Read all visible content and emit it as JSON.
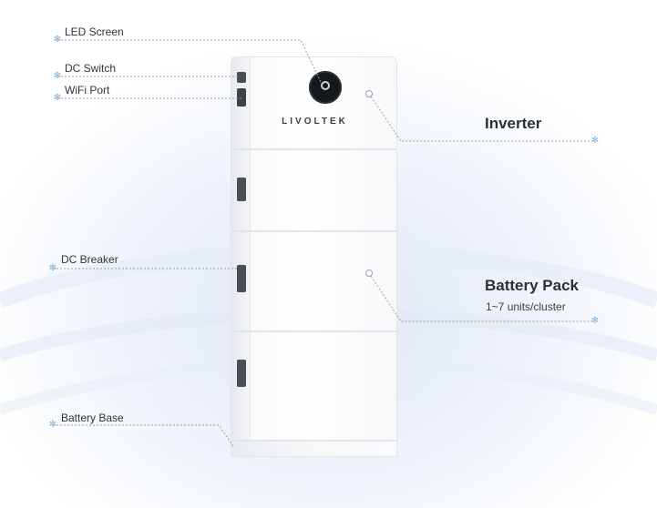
{
  "labels": {
    "led_screen": "LED Screen",
    "dc_switch": "DC Switch",
    "wifi_port": "WiFi Port",
    "dc_breaker": "DC Breaker",
    "battery_base": "Battery Base",
    "inverter": "Inverter",
    "battery_pack": "Battery Pack",
    "battery_pack_sub": "1~7 units/cluster"
  },
  "brand": "LIVOLTEK",
  "icons": {
    "marker": "fan-marker-icon",
    "screen": "led-screen-icon"
  },
  "colors": {
    "marker": "#7fb3df",
    "leader_line": "#9aa1aa",
    "text": "#2f343b"
  }
}
